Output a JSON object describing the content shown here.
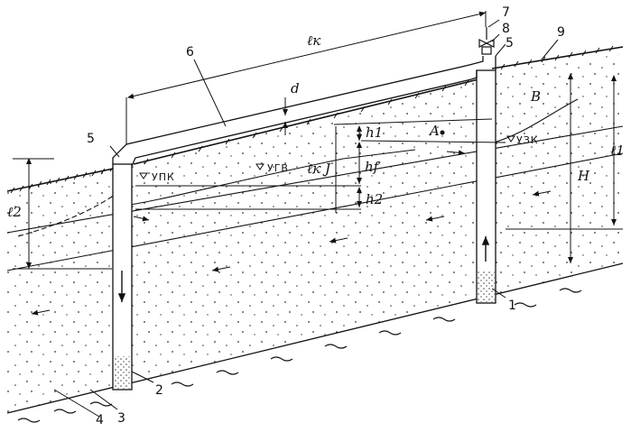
{
  "diagram": {
    "labels": {
      "length_pipe": "ℓк",
      "length_pipe_mid": "ℓк J",
      "diameter": "d",
      "h1": "h1",
      "hf": "hf",
      "h2": "h2",
      "H": "H",
      "l1": "ℓ1",
      "l2": "ℓ2",
      "point_a": "A",
      "point_b": "B"
    },
    "levels": {
      "upk": "УПК",
      "ugv": "УГВ",
      "uzk": "УЗК"
    },
    "markers": [
      "1",
      "2",
      "3",
      "4",
      "5",
      "5",
      "6",
      "7",
      "8",
      "9"
    ]
  }
}
